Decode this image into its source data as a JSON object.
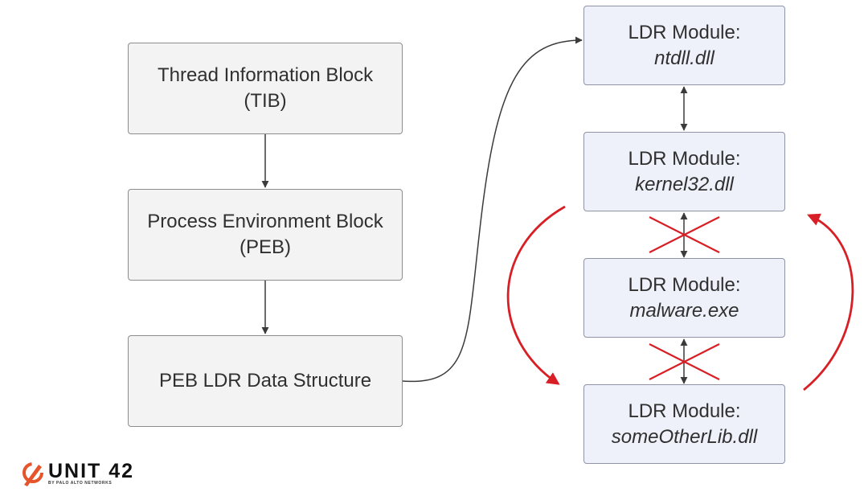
{
  "left_column": {
    "tib": {
      "line1": "Thread Information Block",
      "line2": "(TIB)"
    },
    "peb": {
      "line1": "Process Environment Block",
      "line2": "(PEB)"
    },
    "ldr": {
      "line1": "PEB LDR Data Structure"
    }
  },
  "modules": [
    {
      "label": "LDR Module:",
      "name": "ntdll.dll"
    },
    {
      "label": "LDR Module:",
      "name": "kernel32.dll"
    },
    {
      "label": "LDR Module:",
      "name": "malware.exe"
    },
    {
      "label": "LDR Module:",
      "name": "someOtherLib.dll"
    }
  ],
  "colors": {
    "box_fill": "#f3f3f3",
    "module_fill": "#eef0fa",
    "connector": "#3b3b3b",
    "unlink_red": "#d81f26",
    "logo_accent": "#e5542a"
  },
  "logo": {
    "wordmark": "UNIT 42",
    "tagline": "BY PALO ALTO NETWORKS"
  }
}
